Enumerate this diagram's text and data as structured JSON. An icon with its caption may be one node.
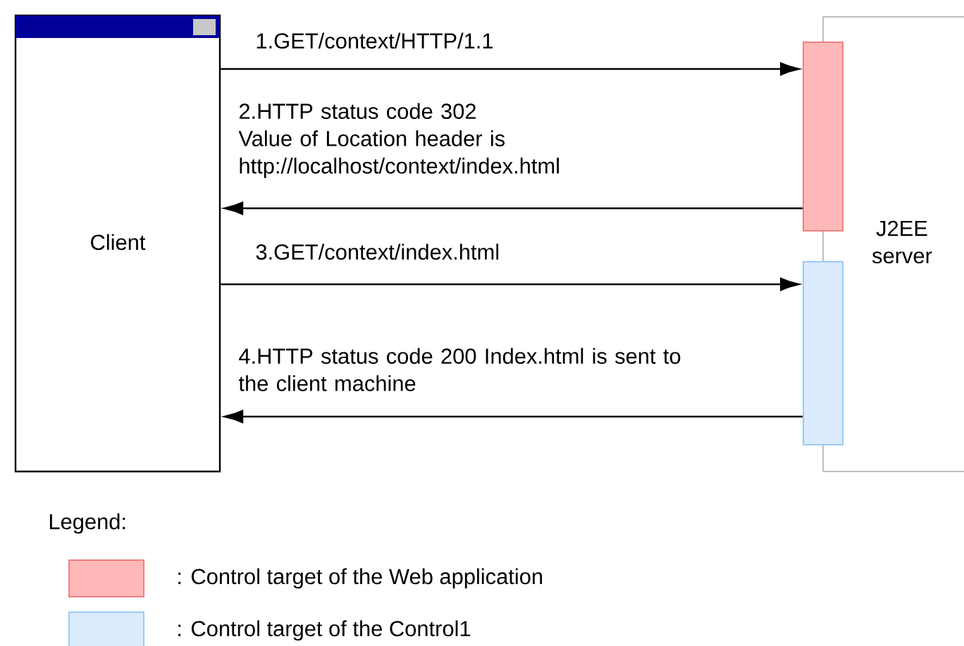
{
  "diagram": {
    "nodes": [
      {
        "text": [
          "Client"
        ]
      },
      {
        "text": [
          "J2EE server"
        ]
      },
      {
        "text": [],
        "shape": "bar"
      },
      {
        "text": [],
        "shape": "bar"
      }
    ],
    "edges": [
      {
        "from": 0,
        "to": 2,
        "arrow": "to",
        "label": "1.GET/context/HTTP/1.1"
      },
      {
        "from": 2,
        "to": 0,
        "arrow": "to",
        "label": "2.HTTP status code 302 Value of Location header is http://localhost/context/index.html"
      },
      {
        "from": 0,
        "to": 3,
        "arrow": "to",
        "label": "3.GET/context/index.html"
      },
      {
        "from": 3,
        "to": 0,
        "arrow": "to",
        "label": "4.HTTP status code 200 Index.html is sent to the client machine"
      }
    ],
    "labels": [
      "Legend:"
    ],
    "legend": [
      {
        "text": ": Control target of the Web application",
        "color": "#ffb8b8"
      },
      {
        "text": ": Control target of the Control1",
        "color": "#dbeafc"
      }
    ]
  }
}
